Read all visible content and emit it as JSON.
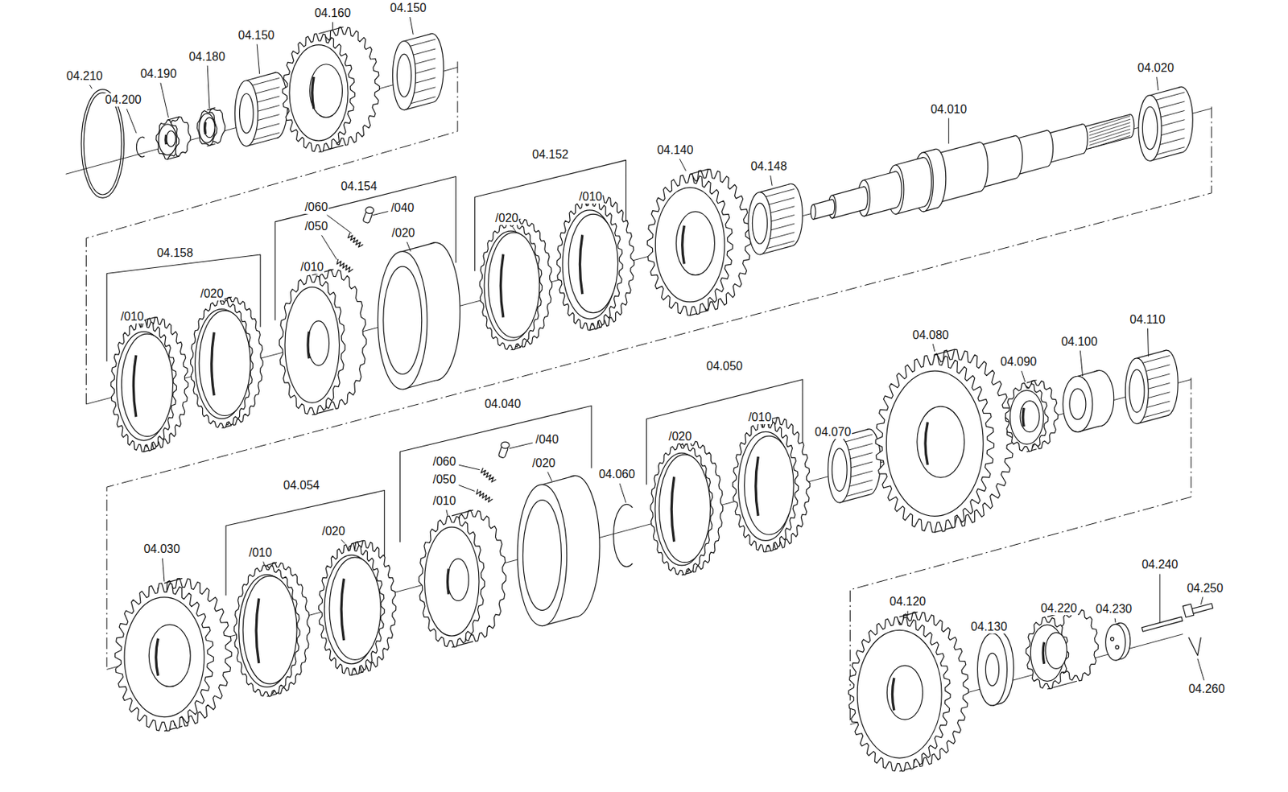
{
  "diagram": {
    "labels": [
      "04.210",
      "04.200",
      "04.190",
      "04.180",
      "04.150",
      "04.160",
      "04.150",
      "04.020",
      "04.010",
      "04.140",
      "04.148",
      "04.152",
      "/020",
      "/010",
      "04.154",
      "/060",
      "/040",
      "/050",
      "/020",
      "/010",
      "04.158",
      "/010",
      "/020",
      "04.080",
      "04.090",
      "04.100",
      "04.110",
      "04.050",
      "/020",
      "/010",
      "04.070",
      "04.060",
      "04.040",
      "/060",
      "/040",
      "/050",
      "/020",
      "/010",
      "04.054",
      "/010",
      "/020",
      "04.030",
      "04.120",
      "04.130",
      "04.220",
      "04.230",
      "04.240",
      "04.250",
      "04.260"
    ]
  }
}
